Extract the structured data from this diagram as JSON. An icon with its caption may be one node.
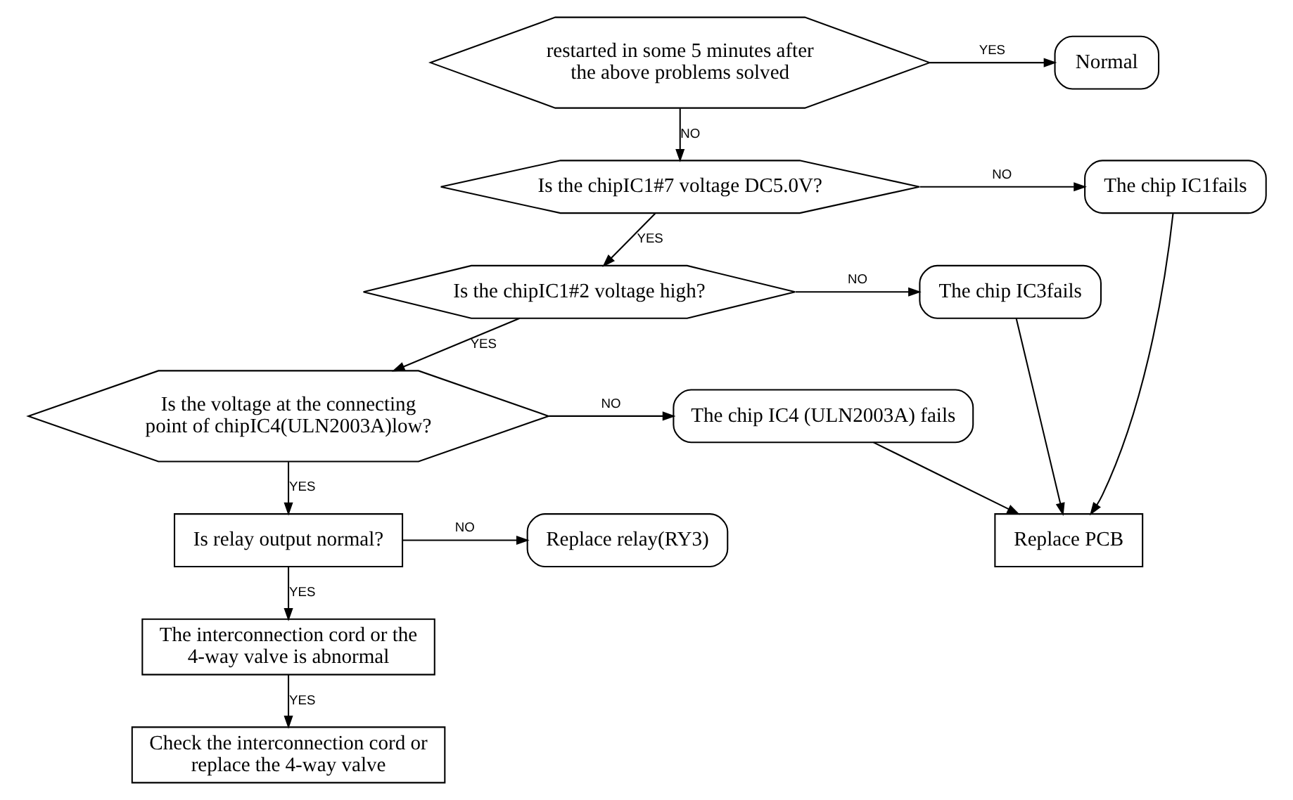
{
  "diagram": {
    "nodes": [
      {
        "text": [
          "restarted in some 5 minutes after the above problems solved"
        ]
      },
      {
        "text": [
          "Normal"
        ]
      },
      {
        "text": [
          "Is the chipIC1#7 voltage DC5.0V?"
        ]
      },
      {
        "text": [
          "The chip IC1fails"
        ]
      },
      {
        "text": [
          "Is the chipIC1#2 voltage high?"
        ]
      },
      {
        "text": [
          "The chip IC3fails"
        ]
      },
      {
        "text": [
          "Is the voltage at the connecting point of chipIC4(ULN2003A)low?"
        ]
      },
      {
        "text": [
          "The chip IC4 (ULN2003A) fails"
        ]
      },
      {
        "text": [
          "Is relay output normal?"
        ]
      },
      {
        "text": [
          "Replace relay(RY3)"
        ]
      },
      {
        "text": [
          "The interconnection cord or the 4-way valve is abnormal"
        ]
      },
      {
        "text": [
          "Check the interconnection cord or replace the 4-way valve"
        ]
      },
      {
        "text": [
          "Replace PCB"
        ]
      }
    ],
    "edges": [
      {
        "from": 0,
        "to": 1,
        "arrow": "to",
        "label": "YES"
      },
      {
        "from": 0,
        "to": 2,
        "arrow": "to",
        "label": "NO"
      },
      {
        "from": 2,
        "to": 3,
        "arrow": "to",
        "label": "NO"
      },
      {
        "from": 2,
        "to": 4,
        "arrow": "to",
        "label": "YES"
      },
      {
        "from": 4,
        "to": 5,
        "arrow": "to",
        "label": "NO"
      },
      {
        "from": 4,
        "to": 6,
        "arrow": "to",
        "label": "YES"
      },
      {
        "from": 6,
        "to": 7,
        "arrow": "to",
        "label": "NO"
      },
      {
        "from": 6,
        "to": 8,
        "arrow": "to",
        "label": "YES"
      },
      {
        "from": 8,
        "to": 9,
        "arrow": "to",
        "label": "NO"
      },
      {
        "from": 8,
        "to": 10,
        "arrow": "to",
        "label": "YES"
      },
      {
        "from": 10,
        "to": 11,
        "arrow": "to",
        "label": "YES"
      },
      {
        "from": 3,
        "to": 12,
        "arrow": "to"
      },
      {
        "from": 5,
        "to": 12,
        "arrow": "to"
      },
      {
        "from": 7,
        "to": 12,
        "arrow": "to"
      }
    ]
  }
}
